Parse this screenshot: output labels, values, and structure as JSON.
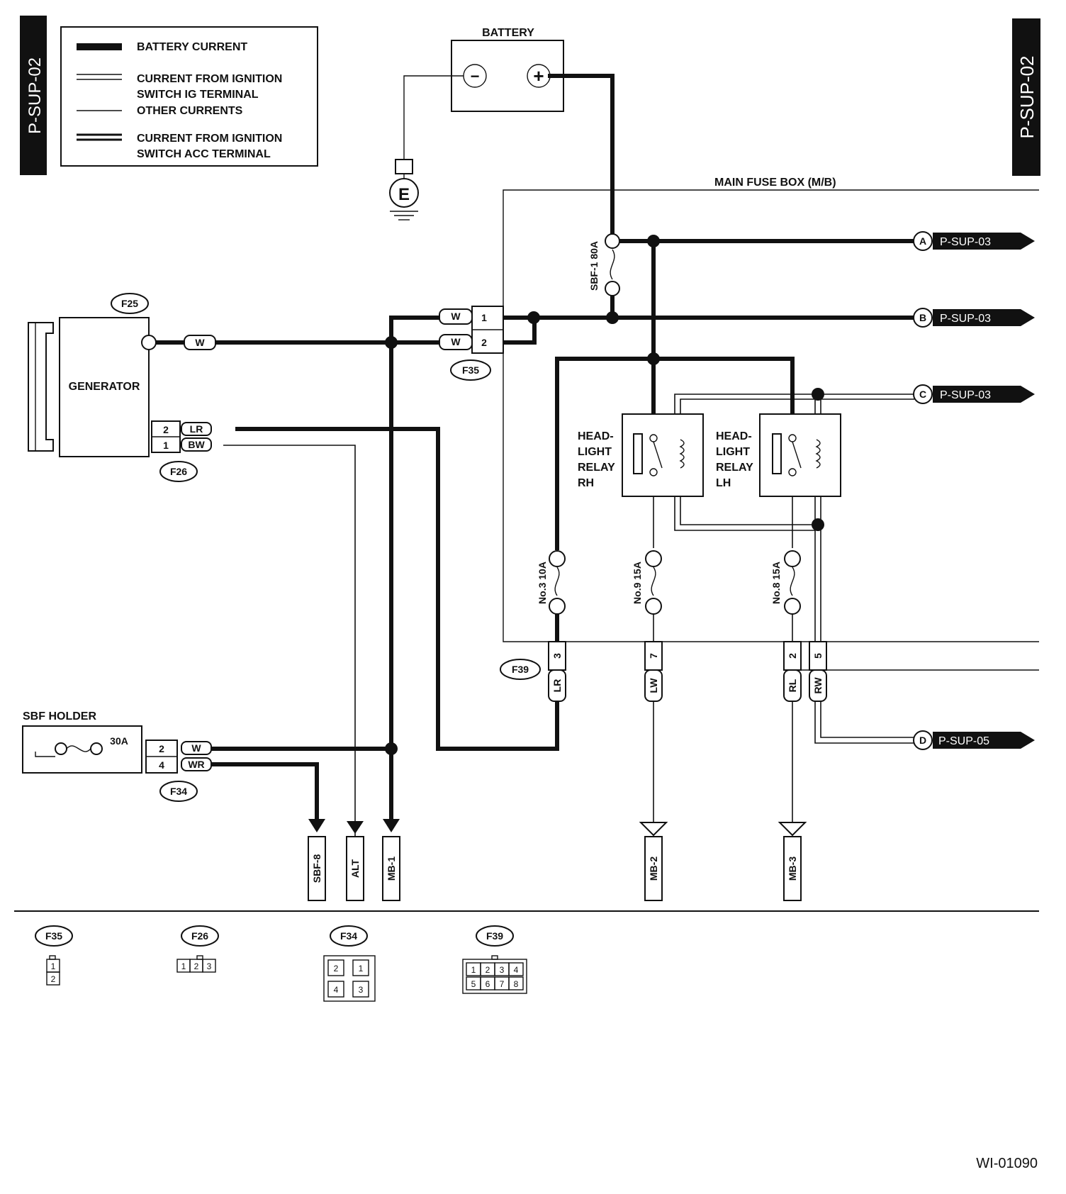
{
  "page_tags": {
    "left": "P-SUP-02",
    "right": "P-SUP-02"
  },
  "legend": {
    "battery_current": "BATTERY CURRENT",
    "ig_line1": "CURRENT FROM IGNITION",
    "ig_line2": "SWITCH IG TERMINAL",
    "other": "OTHER CURRENTS",
    "acc_line1": "CURRENT FROM IGNITION",
    "acc_line2": "SWITCH ACC TERMINAL"
  },
  "battery": {
    "title": "BATTERY",
    "neg": "−",
    "pos": "+"
  },
  "ground": {
    "label": "E"
  },
  "main_fuse_box": {
    "title": "MAIN FUSE BOX (M/B)"
  },
  "fuses": {
    "sbf1": "SBF-1 80A",
    "no3": "No.3 10A",
    "no9": "No.9 15A",
    "no8": "No.8 15A",
    "holder_amp": "30A"
  },
  "generator": {
    "title": "GENERATOR"
  },
  "relays": {
    "rh": [
      "HEAD-",
      "LIGHT",
      "RELAY",
      "RH"
    ],
    "lh": [
      "HEAD-",
      "LIGHT",
      "RELAY",
      "LH"
    ]
  },
  "sbf_holder": {
    "title": "SBF HOLDER"
  },
  "connectors": {
    "f25": "F25",
    "f26": "F26",
    "f34": "F34",
    "f35": "F35",
    "f39": "F39"
  },
  "wires": {
    "gen_w": "W",
    "f35_1": "W",
    "f35_2": "W",
    "f26_2": "LR",
    "f26_1": "BW",
    "f34_2": "W",
    "f34_4": "WR",
    "f39_3": "LR",
    "f39_7": "LW",
    "f39_2": "RL",
    "f39_5": "RW"
  },
  "pins": {
    "f35": [
      "1",
      "2"
    ],
    "f26": [
      "2",
      "1"
    ],
    "f34": [
      "2",
      "4"
    ],
    "f39": [
      "3",
      "7",
      "2",
      "5"
    ]
  },
  "offpage": [
    {
      "letter": "A",
      "ref": "P-SUP-03"
    },
    {
      "letter": "B",
      "ref": "P-SUP-03"
    },
    {
      "letter": "C",
      "ref": "P-SUP-03"
    },
    {
      "letter": "D",
      "ref": "P-SUP-05"
    }
  ],
  "destinations": [
    "SBF-8",
    "ALT",
    "MB-1",
    "MB-2",
    "MB-3"
  ],
  "connector_views": {
    "f35": {
      "name": "F35",
      "cells": [
        "1",
        "2"
      ]
    },
    "f26": {
      "name": "F26",
      "cells": [
        "1",
        "2",
        "3"
      ]
    },
    "f34": {
      "name": "F34",
      "cells": [
        "2",
        "1",
        "4",
        "3"
      ]
    },
    "f39": {
      "name": "F39",
      "cells": [
        "1",
        "2",
        "3",
        "4",
        "5",
        "6",
        "7",
        "8"
      ]
    }
  },
  "figure_id": "WI-01090"
}
